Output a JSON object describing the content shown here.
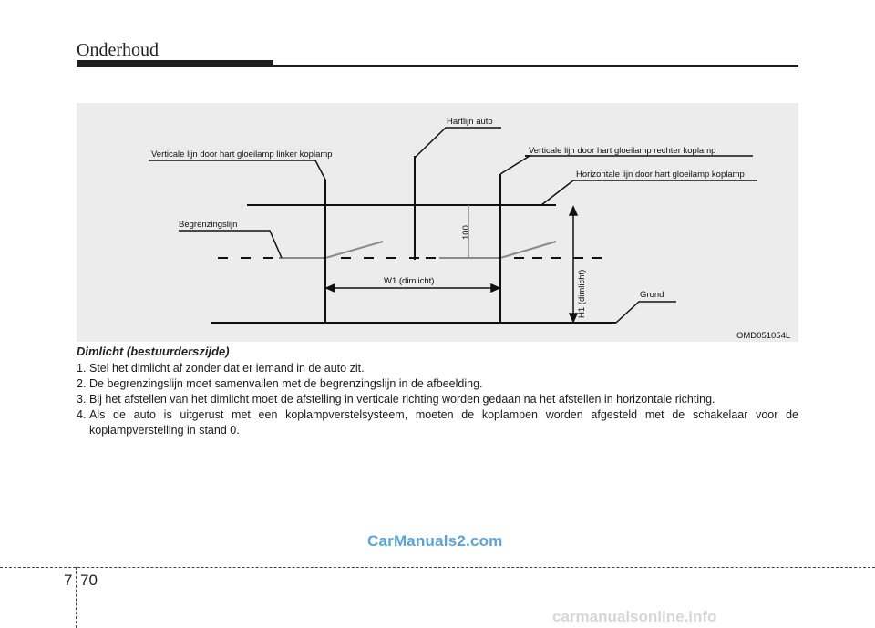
{
  "header": {
    "title": "Onderhoud"
  },
  "figure": {
    "labels": {
      "center_line": "Hartlijn auto",
      "left_vertical": "Verticale lijn door hart gloeilamp linker koplamp",
      "right_vertical": "Verticale lijn door hart gloeilamp rechter koplamp",
      "horizontal": "Horizontale lijn door hart gloeilamp koplamp",
      "cutoff": "Begrenzingslijn",
      "width": "W1 (dimlicht)",
      "offset": "100",
      "height": "H1 (dimlicht)",
      "ground": "Grond"
    },
    "code": "OMD051054L"
  },
  "section": {
    "heading": "Dimlicht (bestuurderszijde)",
    "steps": [
      {
        "num": "1.",
        "text": "Stel het dimlicht af zonder dat er iemand in de auto zit."
      },
      {
        "num": "2.",
        "text": "De begrenzingslijn moet samenvallen met de begrenzingslijn in de afbeelding."
      },
      {
        "num": "3.",
        "text": "Bij het afstellen van het dimlicht moet de afstelling in verticale richting worden gedaan na het afstellen in horizontale richting."
      },
      {
        "num": "4.",
        "text": "Als de auto is uitgerust met een koplampverstelsysteem, moeten de koplampen worden afgesteld met de schakelaar voor de koplampverstelling in stand 0."
      }
    ]
  },
  "watermark": "CarManuals2.com",
  "footer": {
    "chapter": "7",
    "page": "70",
    "site": "carmanualsonline.info"
  }
}
